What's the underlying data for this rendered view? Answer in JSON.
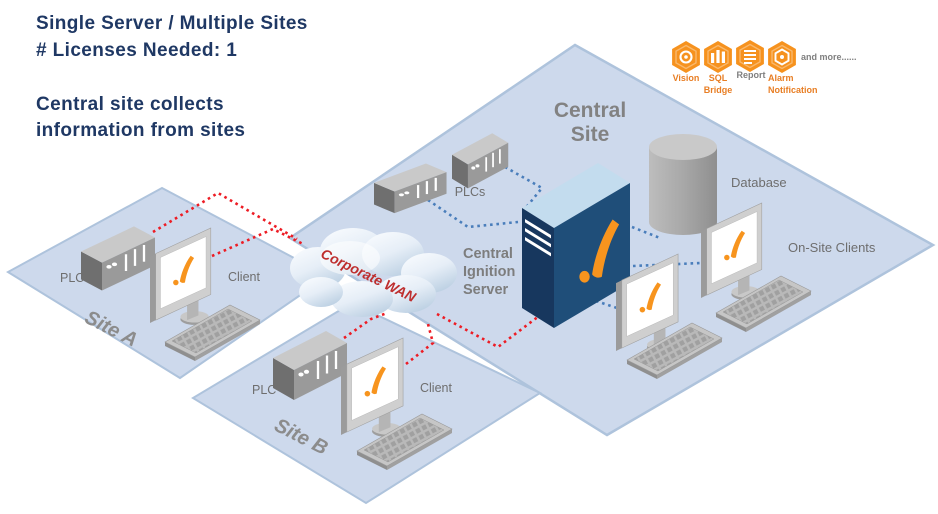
{
  "header": {
    "title_line1": "Single Server / Multiple Sites",
    "title_line2": "# Licenses Needed: 1",
    "subtitle_line1": "Central site collects",
    "subtitle_line2": "information from sites"
  },
  "modules": {
    "vision_label": "Vision",
    "sql_label_line1": "SQL",
    "sql_label_line2": "Bridge",
    "report_label": "Report",
    "alarm_label_line1": "Alarm",
    "alarm_label_line2": "Notification",
    "more_text": "and more......"
  },
  "central_site": {
    "name_line1": "Central",
    "name_line2": "Site",
    "plcs_label": "PLCs",
    "server_label_line1": "Central",
    "server_label_line2": "Ignition",
    "server_label_line3": "Server",
    "database_label": "Database",
    "clients_label": "On-Site Clients"
  },
  "site_a": {
    "name": "Site A",
    "plc_label": "PLC",
    "client_label": "Client"
  },
  "site_b": {
    "name": "Site B",
    "plc_label": "PLC",
    "client_label": "Client"
  },
  "wan": {
    "label": "Corporate WAN"
  },
  "colors": {
    "plane_fill": "#CDD9EC",
    "plane_border": "#AEC3DC",
    "accent_orange": "#F7941E",
    "line_red": "#ED1C24",
    "line_blue": "#4A7EBB",
    "title_navy": "#1F3864",
    "server_navy": "#1F4E79",
    "label_gray": "#7D7D7D"
  }
}
